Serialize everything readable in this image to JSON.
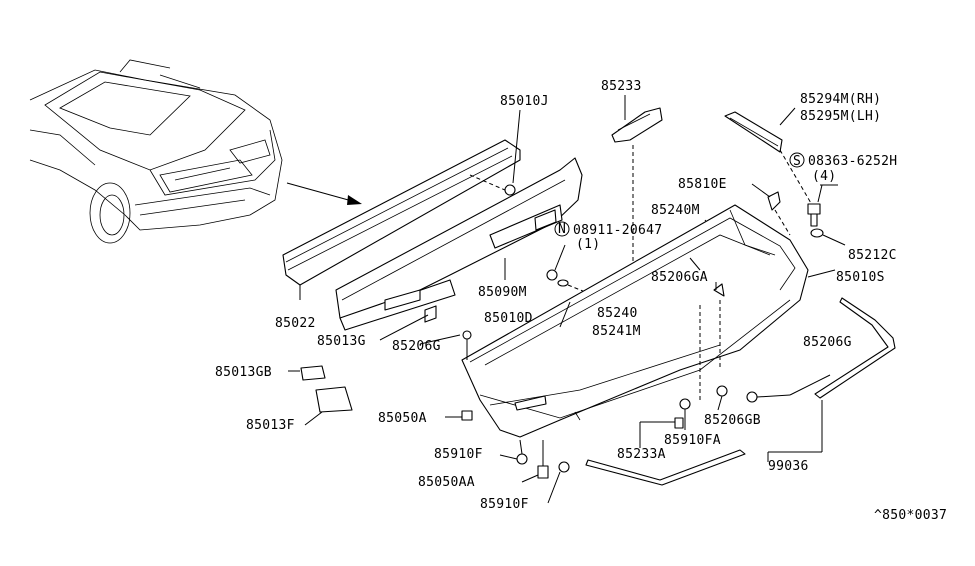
{
  "diagram": {
    "labels": {
      "p85010J": "85010J",
      "p85233": "85233",
      "p85294M": "85294M(RH)",
      "p85295M": "85295M(LH)",
      "p08363": "08363-6252H",
      "p08363_s": "S",
      "p08363_qty": "(4)",
      "p85810E": "85810E",
      "p85240M": "85240M",
      "p08911": "08911-20647",
      "p08911_n": "N",
      "p08911_qty": "(1)",
      "p85212C": "85212C",
      "p85206GA": "85206GA",
      "p85010S": "85010S",
      "p85090M": "85090M",
      "p85240": "85240",
      "p85010D": "85010D",
      "p85241M": "85241M",
      "p85022": "85022",
      "p85013G": "85013G",
      "p85206G_left": "85206G",
      "p85206G_right": "85206G",
      "p85013GB": "85013GB",
      "p85013F": "85013F",
      "p85050A": "85050A",
      "p85910F_top": "85910F",
      "p85050AA": "85050AA",
      "p85910F_bottom": "85910F",
      "p85206GB": "85206GB",
      "p85910FA": "85910FA",
      "p85233A": "85233A",
      "p99036": "99036",
      "ref": "^850*0037"
    }
  }
}
